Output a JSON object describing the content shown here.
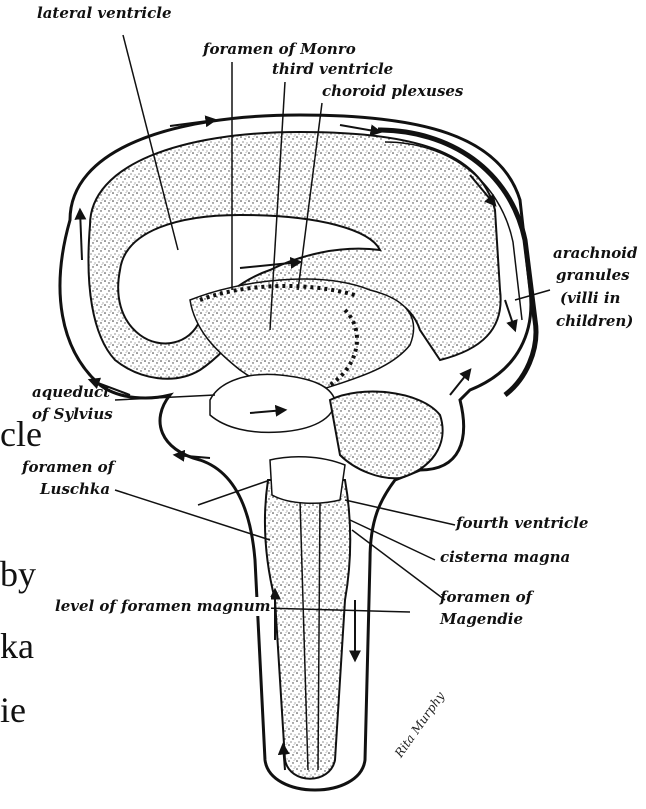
{
  "background_text": {
    "line1": "cle",
    "line2": "by",
    "line3": "ka",
    "line4": "ie"
  },
  "labels": {
    "lateral_ventricle": "lateral ventricle",
    "foramen_of_monro": "foramen of Monro",
    "third_ventricle": "third ventricle",
    "choroid_plexuses": "choroid plexuses",
    "arachnoid_granules_1": "arachnoid",
    "arachnoid_granules_2": "granules",
    "arachnoid_granules_3": "(villi in",
    "arachnoid_granules_4": "children)",
    "aqueduct_1": "aqueduct",
    "aqueduct_2": "of Sylvius",
    "foramen_luschka_1": "foramen of",
    "foramen_luschka_2": "Luschka",
    "fourth_ventricle": "fourth ventricle",
    "cisterna_magna": "cisterna magna",
    "level_foramen_magnum": "level of foramen magnum",
    "foramen_magendie_1": "foramen of",
    "foramen_magendie_2": "Magendie"
  },
  "signature": "Rita Murphy"
}
